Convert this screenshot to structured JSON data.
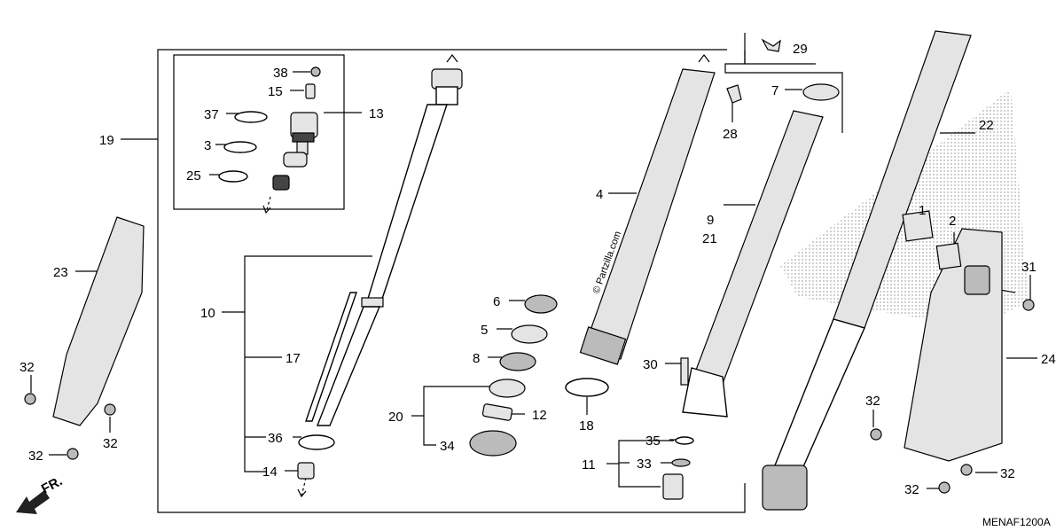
{
  "diagram": {
    "watermark": "© Partzilla.com",
    "code": "MENAF1200A",
    "front_label": "FR.",
    "labels": {
      "p1": "1",
      "p2": "2",
      "p3": "3",
      "p4": "4",
      "p5": "5",
      "p6": "6",
      "p7": "7",
      "p8": "8",
      "p9": "9",
      "p10": "10",
      "p11": "11",
      "p12": "12",
      "p13": "13",
      "p14": "14",
      "p15": "15",
      "p17": "17",
      "p18": "18",
      "p19": "19",
      "p20": "20",
      "p21": "21",
      "p22": "22",
      "p23": "23",
      "p24": "24",
      "p25": "25",
      "p28": "28",
      "p29": "29",
      "p30": "30",
      "p31": "31",
      "p32a": "32",
      "p32b": "32",
      "p32c": "32",
      "p32d": "32",
      "p32e": "32",
      "p33": "33",
      "p34": "34",
      "p35": "35",
      "p36": "36",
      "p37": "37",
      "p38": "38"
    },
    "colors": {
      "line": "#000000",
      "stipple": "#888888"
    }
  }
}
